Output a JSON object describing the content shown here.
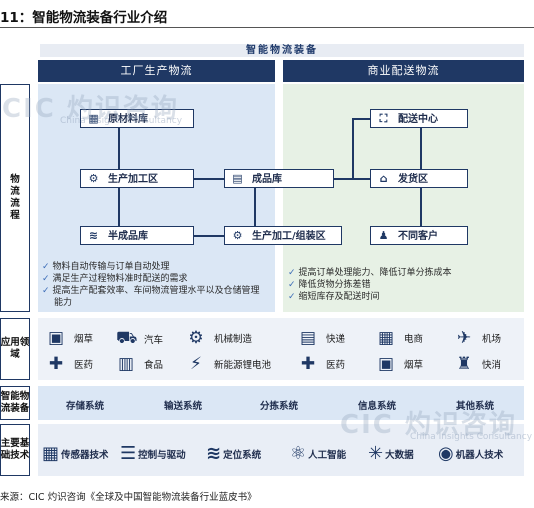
{
  "figure_title": "11：智能物流装备行业介绍",
  "banner": "智能物流装备",
  "left_header": "工厂生产物流",
  "right_header": "商业配送物流",
  "row_labels": {
    "flow": "物\n流\n流\n程",
    "application": "应用领\n域",
    "equipment": "智能物\n流装备",
    "technology": "主要基\n础技术"
  },
  "factory_nodes": {
    "raw": "原材料库",
    "process": "生产加工区",
    "semi": "半成品库",
    "finished": "成品库",
    "assembly": "生产加工/组装区"
  },
  "commerce_nodes": {
    "center": "配送中心",
    "shipping": "发货区",
    "customers": "不同客户"
  },
  "factory_points": [
    "物料自动传输与订单自动处理",
    "满足生产过程物料准时配送的需求",
    "提高生产配套效率、车间物流管理水平以及仓储管理",
    "能力"
  ],
  "commerce_points": [
    "提高订单处理能力、降低订单分拣成本",
    "降低货物分拣差错",
    "缩短库存及配送时间"
  ],
  "applications": [
    {
      "label": "烟草",
      "icon": "box-icon"
    },
    {
      "label": "汽车",
      "icon": "car-icon"
    },
    {
      "label": "机械制造",
      "icon": "factory-icon"
    },
    {
      "label": "医药",
      "icon": "medical-icon"
    },
    {
      "label": "食品",
      "icon": "food-icon"
    },
    {
      "label": "新能源锂电池",
      "icon": "battery-icon"
    },
    {
      "label": "快递",
      "icon": "parcel-icon"
    },
    {
      "label": "电商",
      "icon": "shop-icon"
    },
    {
      "label": "机场",
      "icon": "plane-icon"
    },
    {
      "label": "医药",
      "icon": "medical-icon"
    },
    {
      "label": "烟草",
      "icon": "box-icon"
    },
    {
      "label": "快消",
      "icon": "clothes-icon"
    }
  ],
  "equipment": [
    "存储系统",
    "输送系统",
    "分拣系统",
    "信息系统",
    "其他系统"
  ],
  "technologies": [
    {
      "label": "传感器技术",
      "icon": "sensor-icon"
    },
    {
      "label": "控制与驱动",
      "icon": "database-icon"
    },
    {
      "label": "定位系统",
      "icon": "wifi-icon"
    },
    {
      "label": "人工智能",
      "icon": "ai-icon"
    },
    {
      "label": "大数据",
      "icon": "network-icon"
    },
    {
      "label": "机器人技术",
      "icon": "robot-icon"
    }
  ],
  "watermark": {
    "logo": "CIC 灼识咨询",
    "sub": "China Insights Consultancy"
  },
  "source": "来源：CIC 灼识咨询《全球及中国智能物流装备行业蓝皮书》"
}
